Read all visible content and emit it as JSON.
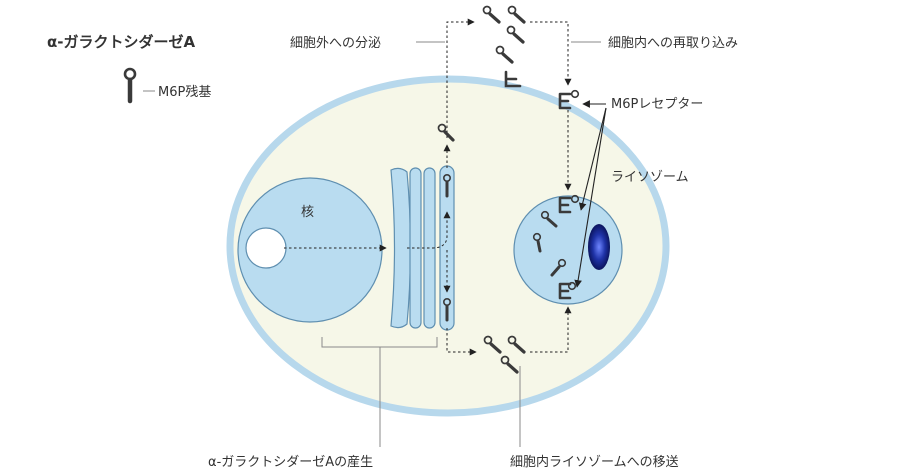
{
  "title": "α-ガラクトシダーゼA",
  "legend": {
    "m6p_label": "M6P残基"
  },
  "labels": {
    "nucleus": "核",
    "secretion": "細胞外への分泌",
    "reuptake": "細胞内への再取り込み",
    "m6p_receptor": "M6Pレセプター",
    "lysosome": "ライソゾーム",
    "production": "α-ガラクトシダーゼAの産生",
    "transport": "細胞内ライソゾームへの移送"
  },
  "colors": {
    "cell_fill": "#f6f7e8",
    "cell_border": "#b7d8ec",
    "organelle_fill": "#b9dcf0",
    "organelle_border": "#5f8fb0",
    "enzyme": "#3a3a3a",
    "lysosome_core": "#1a2a8a"
  }
}
